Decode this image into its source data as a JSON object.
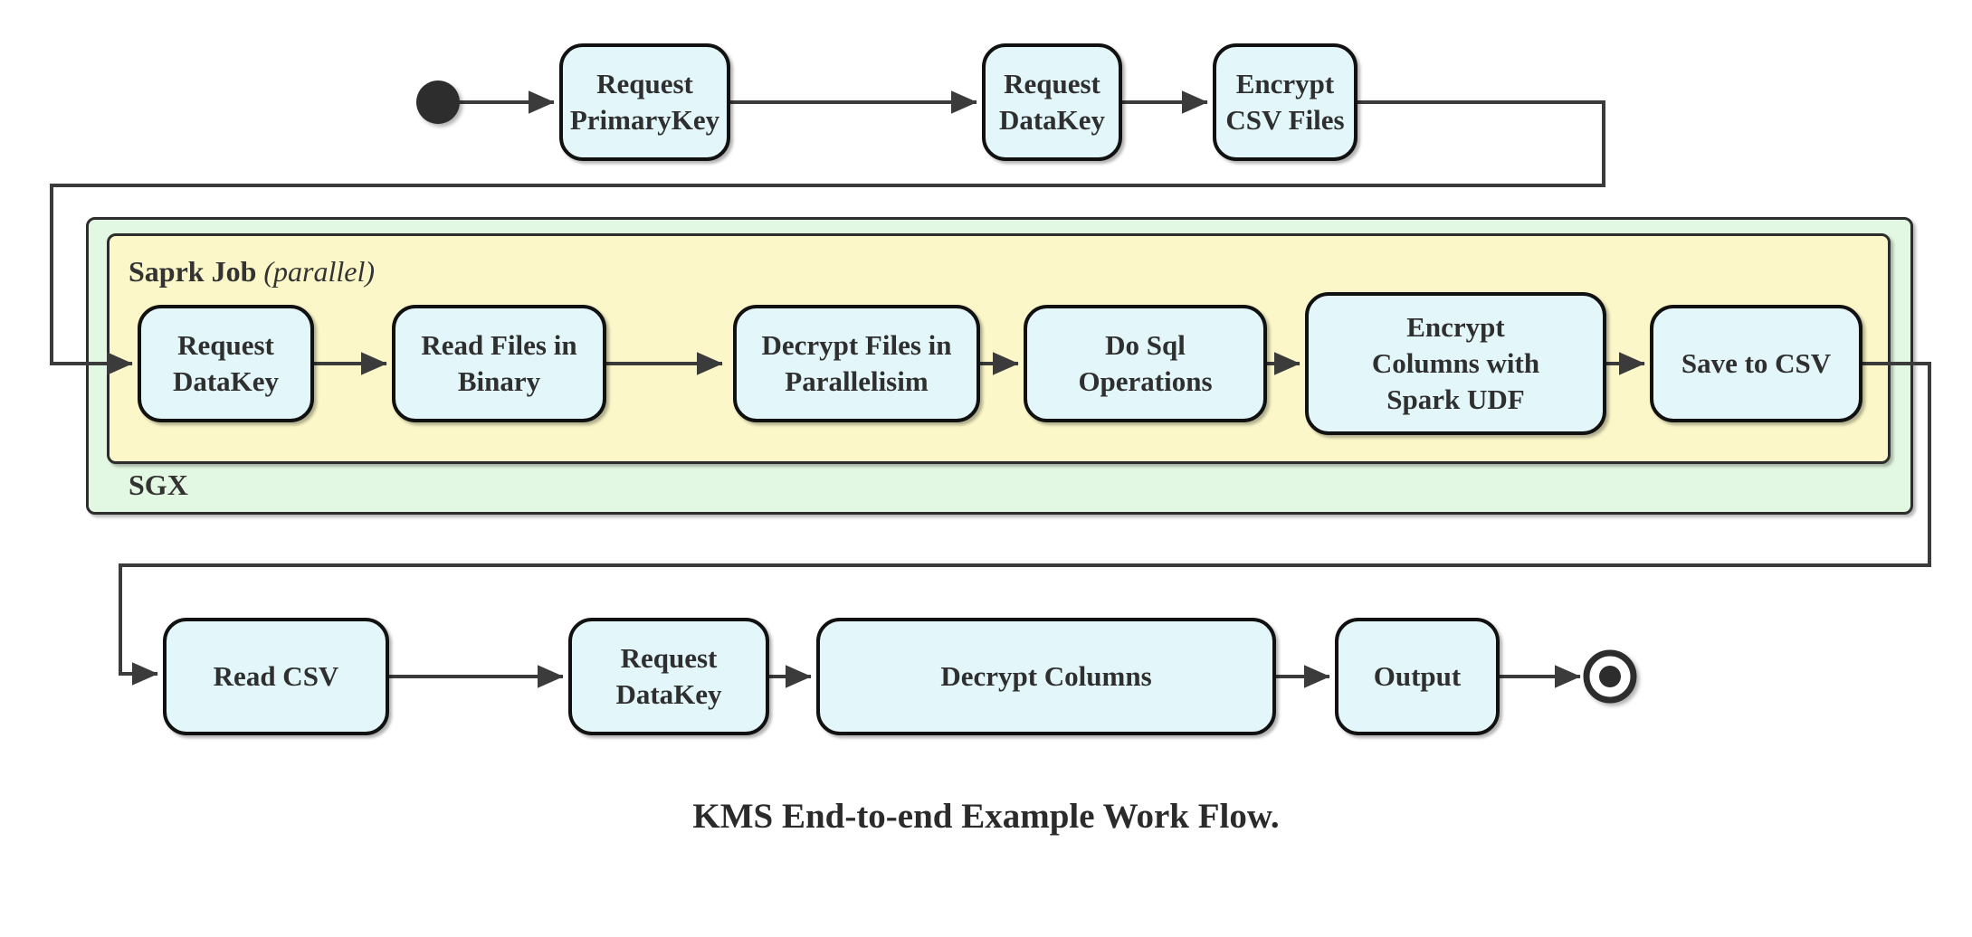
{
  "diagram": {
    "caption": "KMS End-to-end Example Work Flow.",
    "containers": {
      "sgx_label": "SGX",
      "spark_label": "Saprk Job",
      "spark_qualifier": "(parallel)"
    },
    "top_row": [
      {
        "label": "Request\nPrimaryKey"
      },
      {
        "label": "Request\nDataKey"
      },
      {
        "label": "Encrypt\nCSV Files"
      }
    ],
    "spark_row": [
      {
        "label": "Request\nDataKey"
      },
      {
        "label": "Read Files in\nBinary"
      },
      {
        "label": "Decrypt Files in\nParallelisim"
      },
      {
        "label": "Do Sql\nOperations"
      },
      {
        "label": "Encrypt\nColumns with\nSpark UDF"
      },
      {
        "label": "Save to CSV"
      }
    ],
    "bottom_row": [
      {
        "label": "Read CSV"
      },
      {
        "label": "Request DataKey"
      },
      {
        "label": "Decrypt Columns"
      },
      {
        "label": "Output"
      }
    ],
    "colors": {
      "node_fill": "#e3f7fa",
      "node_border": "#111111",
      "spark_container_fill": "#fbf7c8",
      "sgx_container_fill": "#e3f8e2",
      "wire": "#3b3b3b",
      "text": "#2f2f2f"
    }
  }
}
